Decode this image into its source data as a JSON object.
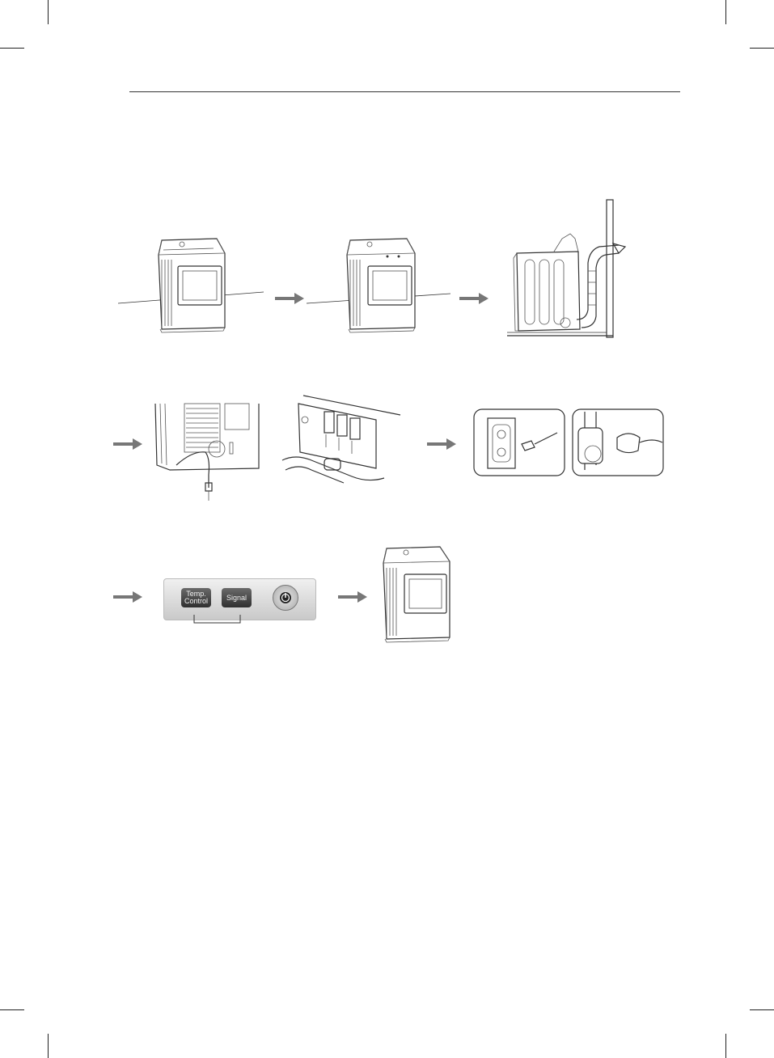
{
  "control_panel": {
    "temp_control_line1": "Temp.",
    "temp_control_line2": "Control",
    "signal_label": "Signal"
  },
  "icons": {
    "arrow": "right-arrow-icon",
    "power": "power-icon"
  },
  "colors": {
    "arrow": "#777777",
    "panel_button": "#3a3a3a",
    "line_art": "#333333"
  }
}
